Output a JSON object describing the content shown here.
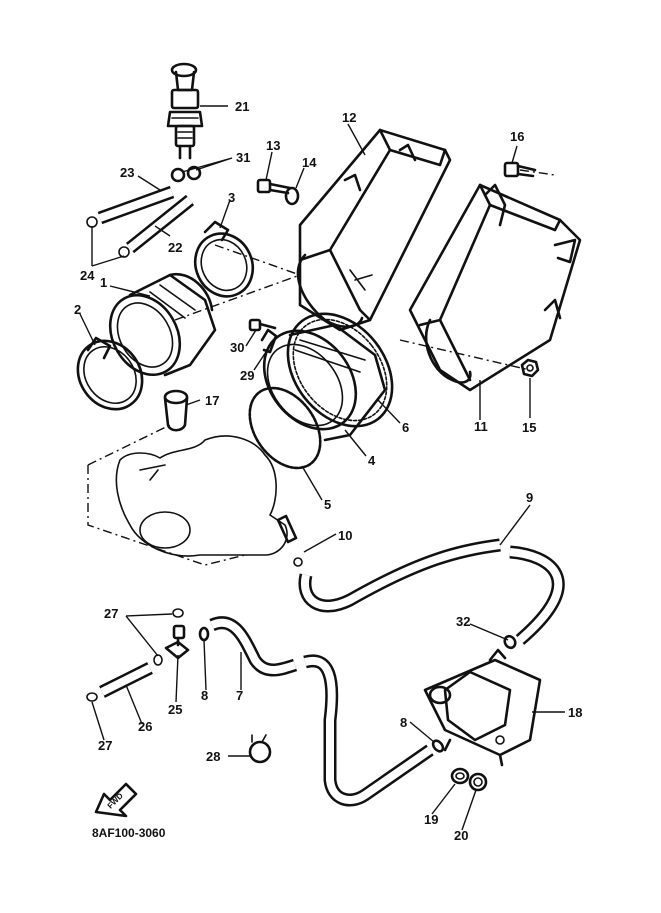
{
  "diagram": {
    "code": "8AF100-3060",
    "fwd_label": "FWD",
    "callouts": {
      "c1": "1",
      "c2": "2",
      "c3": "3",
      "c4": "4",
      "c5": "5",
      "c6": "6",
      "c7": "7",
      "c8a": "8",
      "c8b": "8",
      "c9": "9",
      "c10": "10",
      "c11": "11",
      "c12": "12",
      "c13": "13",
      "c14": "14",
      "c15": "15",
      "c16": "16",
      "c17": "17",
      "c18": "18",
      "c19": "19",
      "c20": "20",
      "c21": "21",
      "c22": "22",
      "c23": "23",
      "c24": "24",
      "c25": "25",
      "c26": "26",
      "c27a": "27",
      "c27b": "27",
      "c28": "28",
      "c29": "29",
      "c30": "30",
      "c31": "31",
      "c32": "32"
    }
  }
}
